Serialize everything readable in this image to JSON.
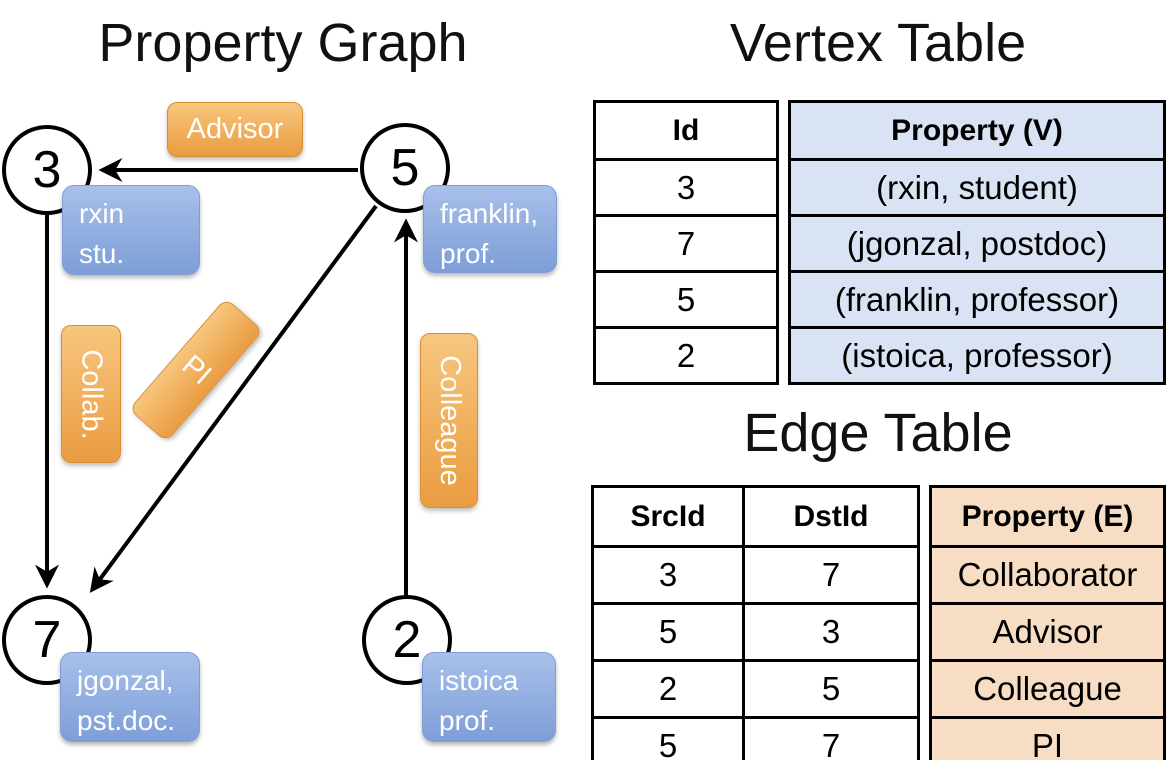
{
  "colors": {
    "edge_label_top": "#f7c67e",
    "edge_label_bottom": "#ea9c41",
    "edge_label_border": "#d98f35",
    "vertex_label_top": "#a8c0ea",
    "vertex_label_bottom": "#7e9ed8",
    "vertex_label_border": "#7f9cd4",
    "vertex_property_fill": "#dae3f3",
    "edge_property_fill": "#f6ddc3",
    "line_color": "#000000"
  },
  "graph": {
    "title": "Property Graph",
    "vertices": [
      {
        "id": "3",
        "property_lines": [
          "rxin",
          "stu."
        ]
      },
      {
        "id": "5",
        "property_lines": [
          "franklin,",
          "prof."
        ]
      },
      {
        "id": "7",
        "property_lines": [
          "jgonzal,",
          "pst.doc."
        ]
      },
      {
        "id": "2",
        "property_lines": [
          "istoica",
          "prof."
        ]
      }
    ],
    "edges": [
      {
        "from": "5",
        "to": "3",
        "label": "Advisor"
      },
      {
        "from": "3",
        "to": "7",
        "label": "Collab."
      },
      {
        "from": "5",
        "to": "7",
        "label": "PI"
      },
      {
        "from": "2",
        "to": "5",
        "label": "Colleague"
      }
    ]
  },
  "vertex_table": {
    "title": "Vertex Table",
    "headers": [
      "Id",
      "Property (V)"
    ],
    "rows": [
      {
        "id": "3",
        "property": "(rxin, student)"
      },
      {
        "id": "7",
        "property": "(jgonzal, postdoc)"
      },
      {
        "id": "5",
        "property": "(franklin, professor)"
      },
      {
        "id": "2",
        "property": "(istoica, professor)"
      }
    ]
  },
  "edge_table": {
    "title": "Edge Table",
    "headers": [
      "SrcId",
      "DstId",
      "Property (E)"
    ],
    "rows": [
      {
        "src": "3",
        "dst": "7",
        "property": "Collaborator"
      },
      {
        "src": "5",
        "dst": "3",
        "property": "Advisor"
      },
      {
        "src": "2",
        "dst": "5",
        "property": "Colleague"
      },
      {
        "src": "5",
        "dst": "7",
        "property": "PI"
      }
    ]
  }
}
